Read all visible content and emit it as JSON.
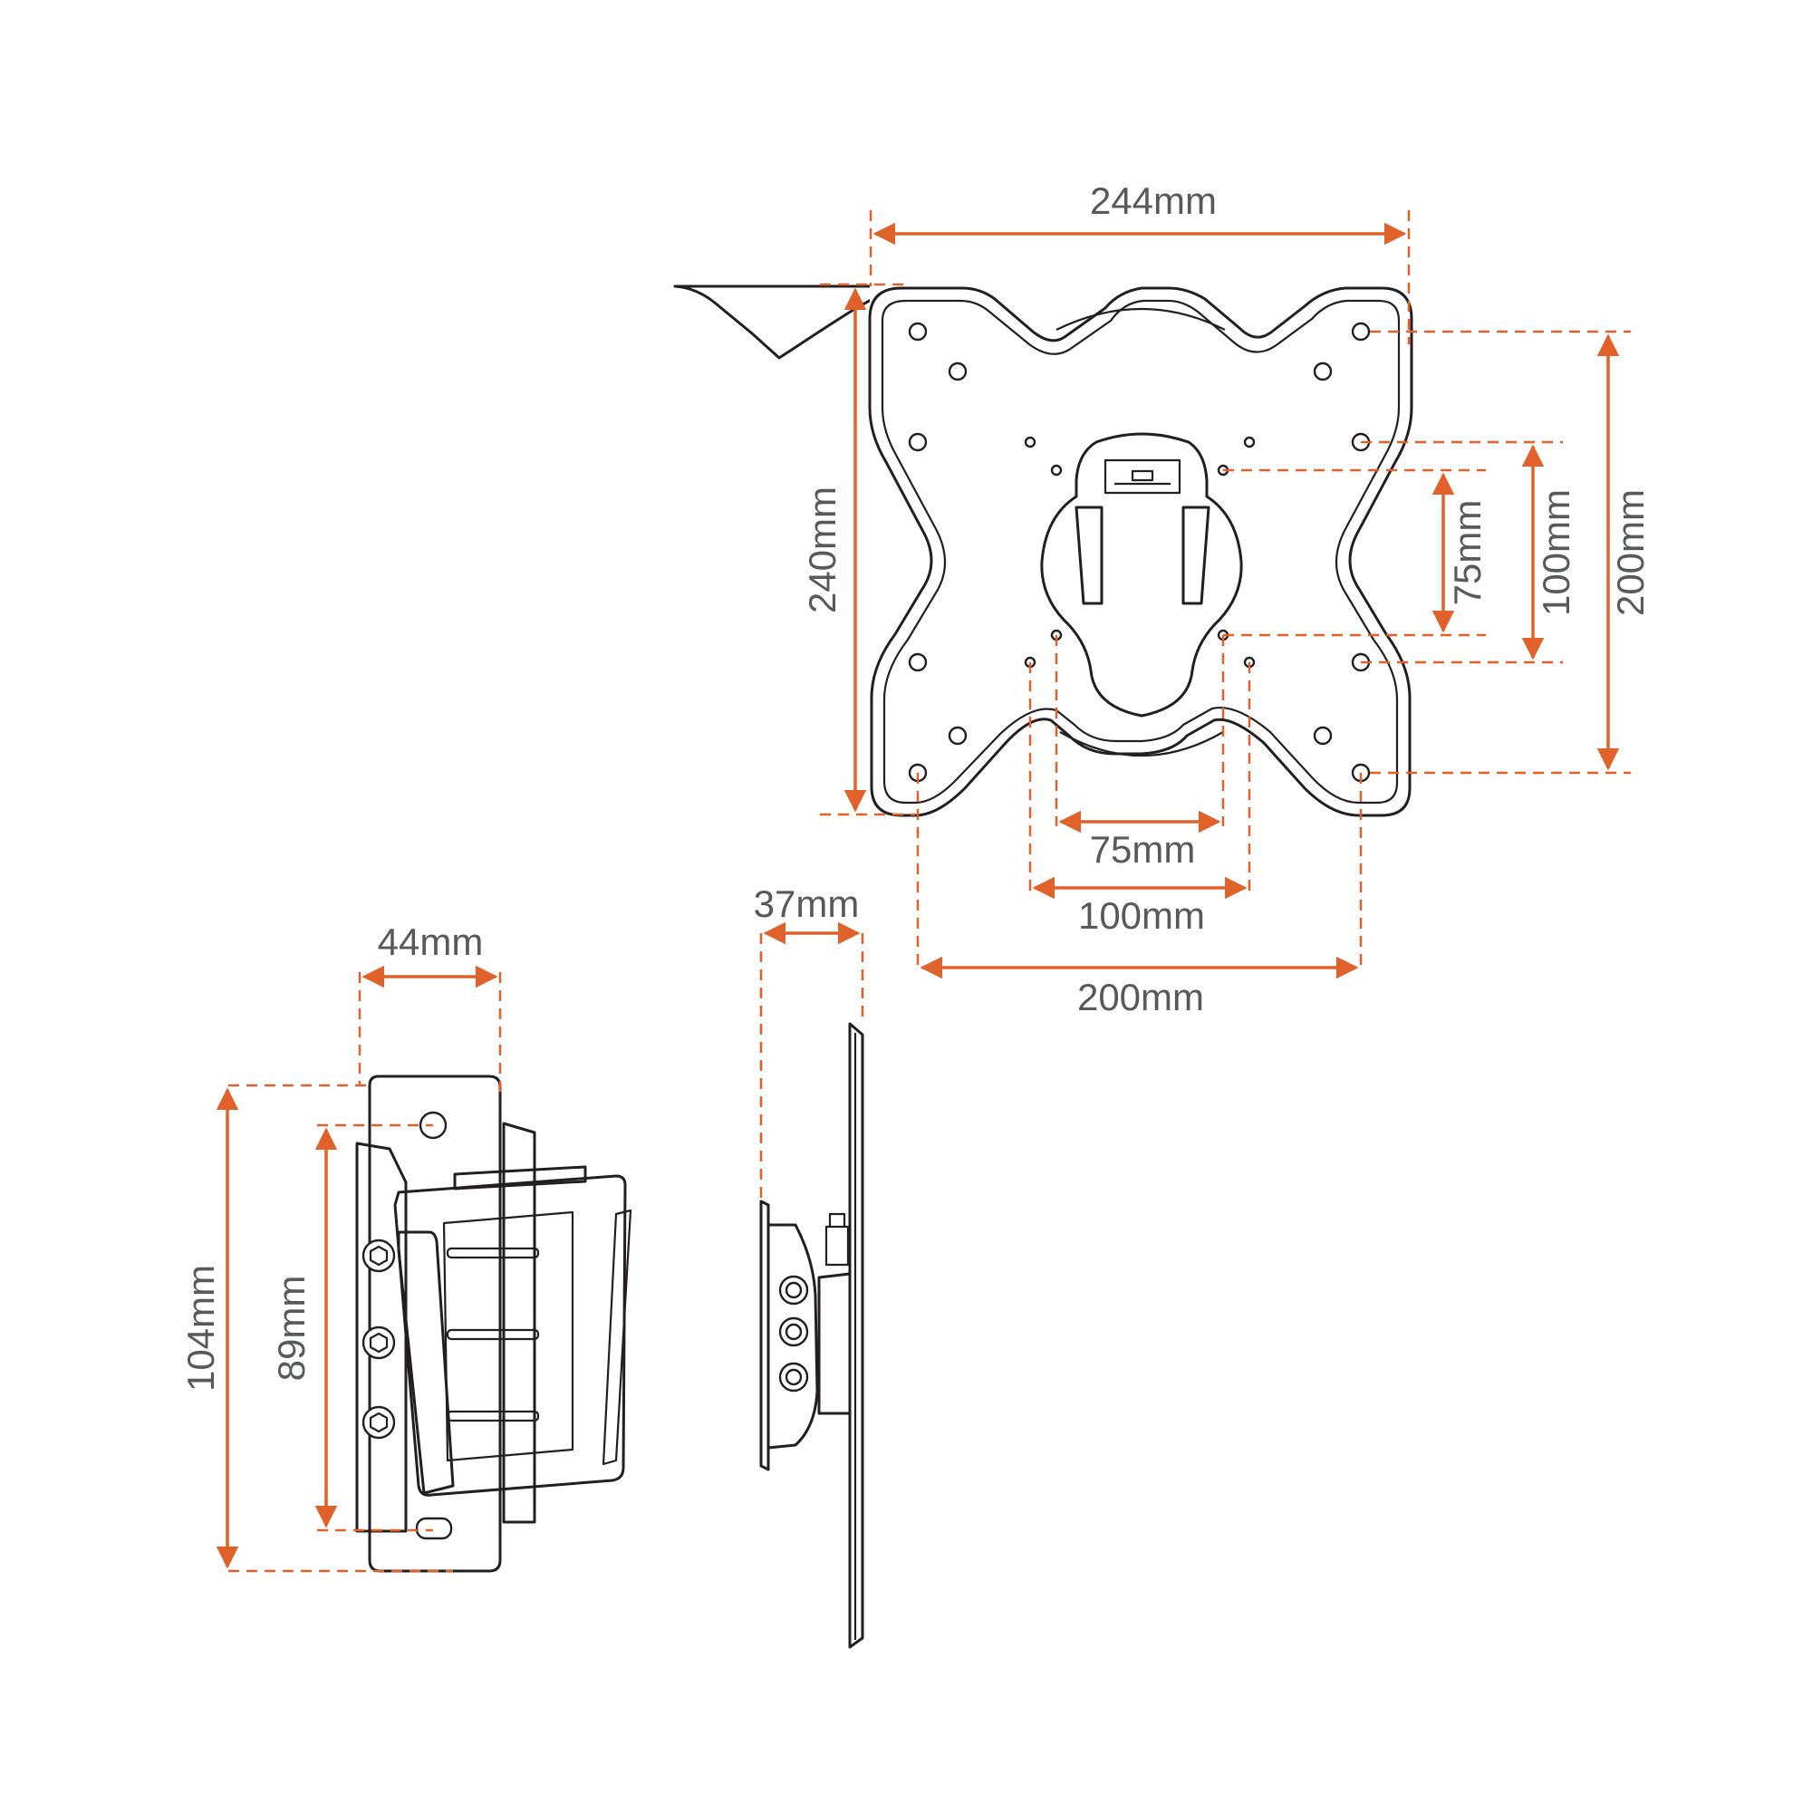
{
  "dimensions": {
    "plate_width": "244mm",
    "plate_height": "240mm",
    "vesa_h_75": "75mm",
    "vesa_h_100": "100mm",
    "vesa_h_200": "200mm",
    "vesa_v_75": "75mm",
    "vesa_v_100": "100mm",
    "vesa_v_200": "200mm",
    "profile_depth": "37mm",
    "wall_plate_depth": "44mm",
    "wall_plate_height": "104mm",
    "wall_plate_hole_spacing": "89mm"
  },
  "colors": {
    "dimension": "#e1612a",
    "outline": "#231f20",
    "text": "#58595b"
  }
}
